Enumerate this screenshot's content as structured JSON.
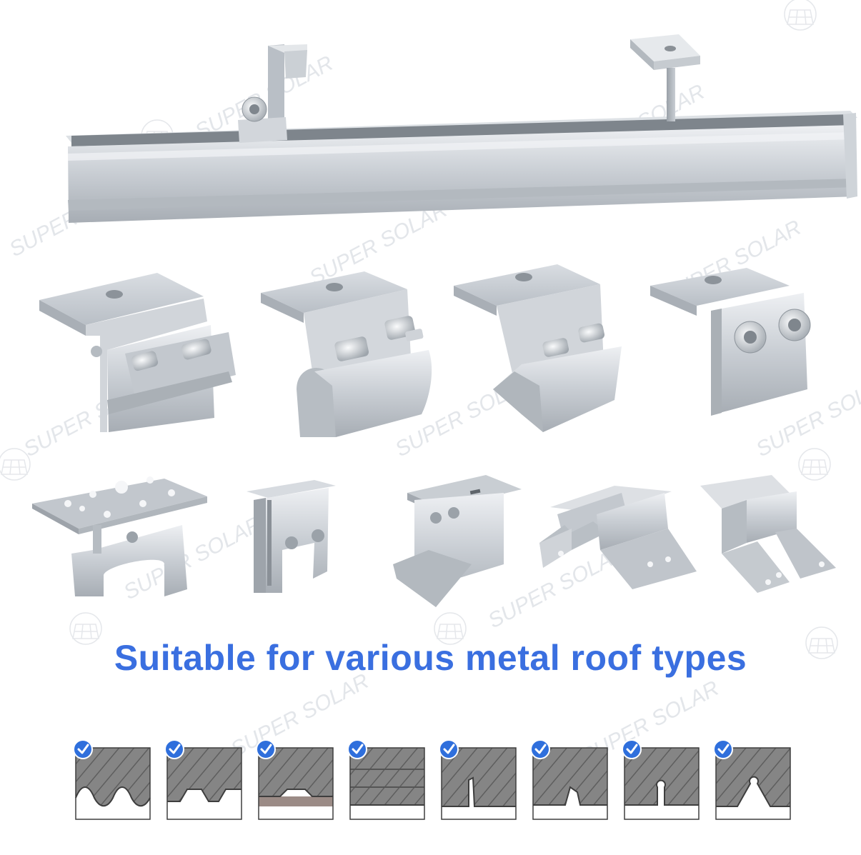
{
  "headline": {
    "text": "Suitable for various metal roof types",
    "color": "#3a6fe0"
  },
  "watermark": {
    "text": "SUPER SOLAR",
    "logo_name": "sun-solar-panel-logo"
  },
  "products": {
    "rail": {
      "name": "rail-with-end-and-mid-clamps"
    },
    "row1": [
      {
        "name": "trapezoidal-clamp-double-bolt"
      },
      {
        "name": "round-seam-clamp"
      },
      {
        "name": "angle-seam-clamp"
      },
      {
        "name": "standing-seam-clamp-double-bolt"
      }
    ],
    "row2": [
      {
        "name": "flat-plate-round-clamp"
      },
      {
        "name": "narrow-seam-clamp"
      },
      {
        "name": "angled-seam-clamp-with-plate"
      },
      {
        "name": "mini-rail-trapezoid-mount"
      },
      {
        "name": "l-foot-trapezoid-mount"
      }
    ]
  },
  "roof_types": [
    {
      "name": "corrugated-roof",
      "check": "checkmark-icon"
    },
    {
      "name": "trapezoidal-roof",
      "check": "checkmark-icon"
    },
    {
      "name": "tile-trapezoid-roof",
      "check": "checkmark-icon"
    },
    {
      "name": "slate-roof",
      "check": "checkmark-icon"
    },
    {
      "name": "standing-seam-roof",
      "check": "checkmark-icon"
    },
    {
      "name": "angle-seam-roof",
      "check": "checkmark-icon"
    },
    {
      "name": "round-seam-roof",
      "check": "checkmark-icon"
    },
    {
      "name": "bulb-seam-roof",
      "check": "checkmark-icon"
    }
  ],
  "colors": {
    "metal": "#c4c9cf",
    "metal_dark": "#8d949b",
    "metal_light": "#e7eaee",
    "roof_fill": "#8a8a8a",
    "check_blue": "#2f6fdc"
  }
}
